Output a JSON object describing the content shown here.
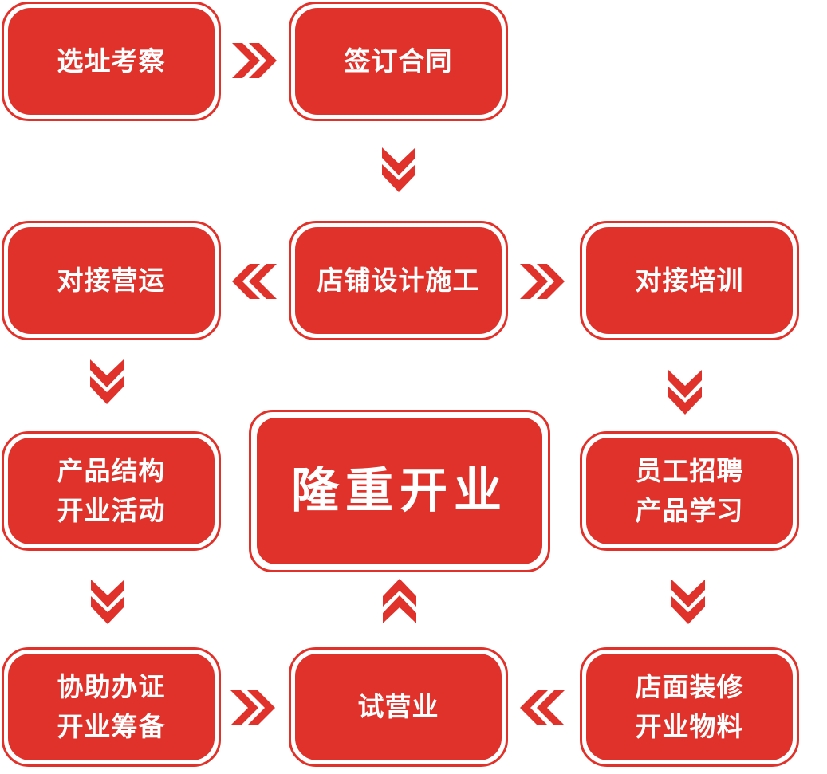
{
  "theme": {
    "accent": "#E0322A",
    "text": "#FFFFFF",
    "background": "#FFFFFF"
  },
  "steps": [
    {
      "id": "site-selection",
      "lines": [
        "选址考察"
      ]
    },
    {
      "id": "sign-contract",
      "lines": [
        "签订合同"
      ]
    },
    {
      "id": "store-design",
      "lines": [
        "店铺设计施工"
      ]
    },
    {
      "id": "operations-handoff",
      "lines": [
        "对接营运"
      ]
    },
    {
      "id": "training-handoff",
      "lines": [
        "对接培训"
      ]
    },
    {
      "id": "product-structure",
      "lines": [
        "产品结构",
        "开业活动"
      ]
    },
    {
      "id": "staff-recruitment",
      "lines": [
        "员工招聘",
        "产品学习"
      ]
    },
    {
      "id": "license-assist",
      "lines": [
        "协助办证",
        "开业筹备"
      ]
    },
    {
      "id": "trial-operation",
      "lines": [
        "试营业"
      ]
    },
    {
      "id": "store-renovation",
      "lines": [
        "店面装修",
        "开业物料"
      ]
    }
  ],
  "center": {
    "label": "隆重开业"
  },
  "arrows": [
    {
      "from": "选址考察",
      "to": "签订合同",
      "direction": "right"
    },
    {
      "from": "签订合同",
      "to": "店铺设计施工",
      "direction": "down"
    },
    {
      "from": "店铺设计施工",
      "to": "对接营运",
      "direction": "left"
    },
    {
      "from": "店铺设计施工",
      "to": "对接培训",
      "direction": "right"
    },
    {
      "from": "对接营运",
      "to": "产品结构 开业活动",
      "direction": "down"
    },
    {
      "from": "对接培训",
      "to": "员工招聘 产品学习",
      "direction": "down"
    },
    {
      "from": "产品结构 开业活动",
      "to": "协助办证 开业筹备",
      "direction": "down"
    },
    {
      "from": "员工招聘 产品学习",
      "to": "店面装修 开业物料",
      "direction": "down"
    },
    {
      "from": "协助办证 开业筹备",
      "to": "试营业",
      "direction": "right"
    },
    {
      "from": "店面装修 开业物料",
      "to": "试营业",
      "direction": "left"
    },
    {
      "from": "试营业",
      "to": "隆重开业",
      "direction": "up"
    }
  ]
}
